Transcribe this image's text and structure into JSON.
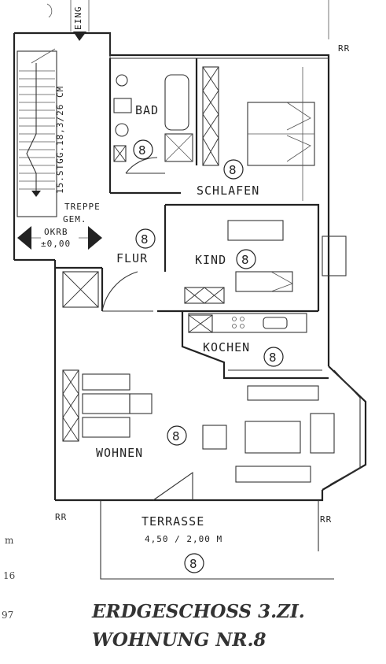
{
  "title": {
    "line1": "ERDGESCHOSS 3.ZI.",
    "line2": "WOHNUNG NR.8"
  },
  "top_label": "EING",
  "rooms": {
    "bad": "BAD",
    "schlafen": "SCHLAFEN",
    "flur": "FLUR",
    "kind": "KIND",
    "kochen": "KOCHEN",
    "wohnen": "WOHNEN",
    "terrasse": "TERRASSE",
    "terrasse_size": "4,50 / 2,00 M"
  },
  "stair": {
    "label": "15.STGG.18,3/26 CM",
    "treppe_line1": "TREPPE",
    "treppe_line2": "GEM.",
    "okrb_line1": "OKRB",
    "okrb_line2": "±0,00"
  },
  "unit_number": "8",
  "rr_labels": [
    "RR",
    "RR",
    "RR"
  ],
  "margin_notes": [
    "m",
    "16",
    "97"
  ]
}
